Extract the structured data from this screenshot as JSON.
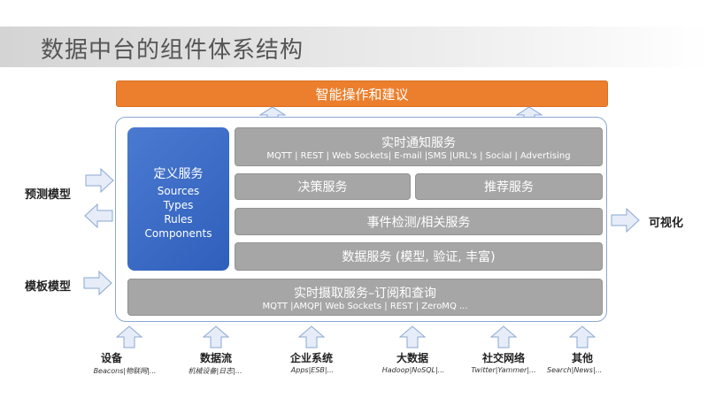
{
  "title": "数据中台的组件体系结构",
  "top_bar": "智能操作和建议",
  "definition": {
    "title": "定义服务",
    "items": [
      "Sources",
      "Types",
      "Rules",
      "Components"
    ]
  },
  "notify": {
    "title": "实时通知服务",
    "sub": "MQTT | REST | Web Sockets| E-mail |SMS |URL's | Social | Advertising"
  },
  "decision": "决策服务",
  "recommend": "推荐服务",
  "event": "事件检测/相关服务",
  "data_service": "数据服务 (模型, 验证, 丰富)",
  "ingest": {
    "title": "实时摄取服务–订阅和查询",
    "sub": "MQTT |AMQP| Web Sockets | REST | ZeroMQ ..."
  },
  "left_labels": {
    "predict": "预测模型",
    "template": "模板模型"
  },
  "right_label": "可视化",
  "sources": [
    {
      "name": "设备",
      "sub": "Beacons|物联网|..."
    },
    {
      "name": "数据流",
      "sub": "机械设备|日志|..."
    },
    {
      "name": "企业系统",
      "sub": "Apps|ESB|..."
    },
    {
      "name": "大数据",
      "sub": "Hadoop|NoSQL|..."
    },
    {
      "name": "社交网络",
      "sub": "Twitter|Yammer|..."
    },
    {
      "name": "其他",
      "sub": "Search|News|..."
    }
  ],
  "colors": {
    "orange": "#ec7f2d",
    "blue": "#3566c4",
    "gray": "#a6a6a6",
    "arrow": "#e6edf8"
  }
}
